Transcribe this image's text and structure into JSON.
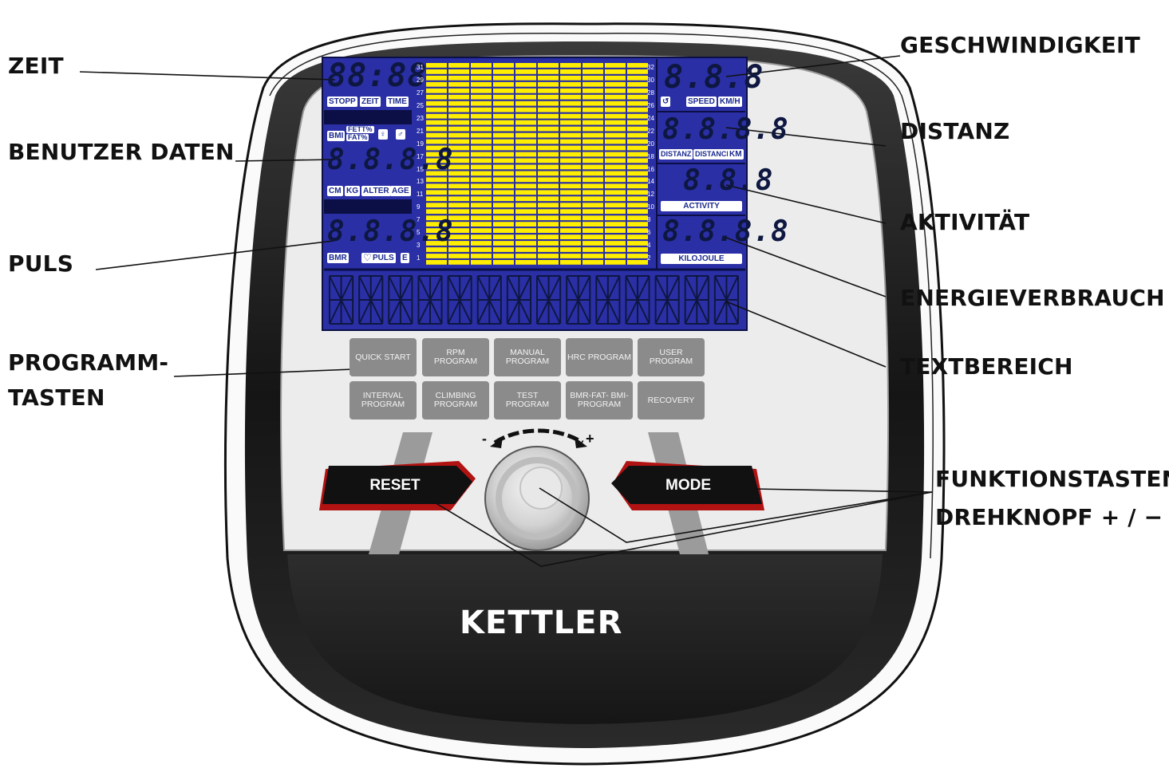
{
  "callouts": {
    "zeit": "ZEIT",
    "benutzer_daten": "BENUTZER DATEN",
    "puls": "PULS",
    "programm_line1": "PROGRAMM-",
    "programm_line2": "TASTEN",
    "geschwindigkeit": "GESCHWINDIGKEIT",
    "distanz": "DISTANZ",
    "aktivitaet": "AKTIVITÄT",
    "energieverbrauch": "ENERGIEVERBRAUCH",
    "textbereich": "TEXTBEREICH",
    "funktionstasten": "FUNKTIONSTASTEN",
    "drehknopf": "DREHKNOPF + / −"
  },
  "display": {
    "time_digits": "88:88",
    "time_labels": [
      "STOPP",
      "ZEIT",
      "TIME"
    ],
    "user_labels_top": [
      "BMI",
      "FETT%",
      "FAT%",
      "♀",
      "♂"
    ],
    "user_digits": "8.8.8.8",
    "user_labels_bottom": [
      "CM",
      "KG",
      "ALTER",
      "AGE"
    ],
    "pulse_digits": "8.8.8.8",
    "pulse_labels": [
      "BMR",
      "PULS",
      "E"
    ],
    "speed_digits": "8.8.8",
    "speed_labels": [
      "SPEED",
      "KM/H"
    ],
    "distance_digits": "8.8.8.8",
    "distance_labels": [
      "DISTANZ",
      "DISTANCE",
      "KM"
    ],
    "activity_digits": "8.8.8",
    "activity_label": "ACTIVITY",
    "energy_digits": "8.8.8.8",
    "energy_label": "KILOJOULE",
    "matrix_left_numbers": [
      "31",
      "29",
      "27",
      "25",
      "23",
      "21",
      "19",
      "17",
      "15",
      "13",
      "11",
      "9",
      "7",
      "5",
      "3",
      "1"
    ],
    "matrix_right_numbers": [
      "32",
      "30",
      "28",
      "26",
      "24",
      "22",
      "20",
      "18",
      "16",
      "14",
      "12",
      "10",
      "8",
      "6",
      "4",
      "2"
    ],
    "text_area_chars": 14
  },
  "program_buttons": [
    "QUICK START",
    "RPM PROGRAM",
    "MANUAL PROGRAM",
    "HRC PROGRAM",
    "USER PROGRAM",
    "INTERVAL PROGRAM",
    "CLIMBING PROGRAM",
    "TEST PROGRAM",
    "BMR-FAT- BMI-PROGRAM",
    "RECOVERY"
  ],
  "function_buttons": {
    "reset": "RESET",
    "mode": "MODE"
  },
  "knob": {
    "minus": "-",
    "plus": "+"
  },
  "brand": "KETTLER",
  "colors": {
    "lcd_blue": "#2a2fa6",
    "matrix_yellow": "#ffee00",
    "button_gray": "#8b8b8b",
    "function_black": "#111111",
    "function_red": "#c01818",
    "console_dark": "#1e1e1e"
  }
}
